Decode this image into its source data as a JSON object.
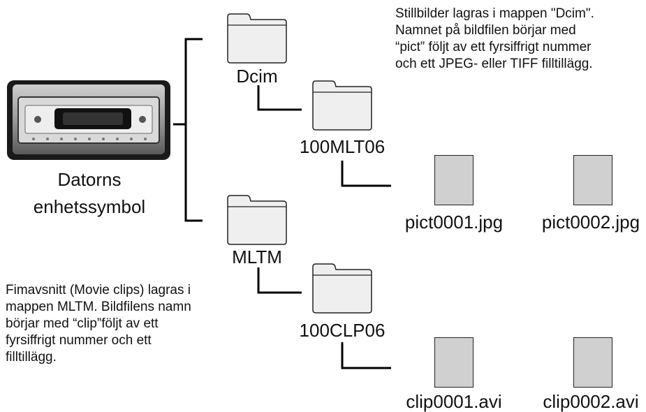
{
  "device": {
    "icon": "drive-icon",
    "label_lines": [
      "Datorns",
      "enhetssymbol"
    ]
  },
  "folders": {
    "dcim": {
      "label": "Dcim",
      "icon": "folder-icon"
    },
    "dcim_sub": {
      "label": "100MLT06",
      "icon": "folder-icon"
    },
    "mltm": {
      "label": "MLTM",
      "icon": "folder-icon"
    },
    "mltm_sub": {
      "label": "100CLP06",
      "icon": "folder-icon"
    }
  },
  "files": {
    "pict1": {
      "label": "pict0001.jpg",
      "icon": "file-icon"
    },
    "pict2": {
      "label": "pict0002.jpg",
      "icon": "file-icon"
    },
    "clip1": {
      "label": "clip0001.avi",
      "icon": "file-icon"
    },
    "clip2": {
      "label": "clip0002.avi",
      "icon": "file-icon"
    }
  },
  "notes": {
    "stills": [
      "Stillbilder lagras i mappen \"Dcim\".",
      "Namnet på bildfilen börjar med",
      "“pict” följt av ett fyrsiffrigt nummer",
      "och ett JPEG- eller TIFF filltillägg."
    ],
    "movies": [
      "Fimavsnitt (Movie clips) lagras i",
      "mappen MLTM. Bildfilens namn",
      "börjar med “clip”följt av ett",
      "fyrsiffrigt nummer och ett",
      "filltillägg."
    ]
  },
  "colors": {
    "folder_fill": "#efefef",
    "folder_stroke": "#222222",
    "file_fill": "#d0d0d0",
    "line": "#000000"
  }
}
